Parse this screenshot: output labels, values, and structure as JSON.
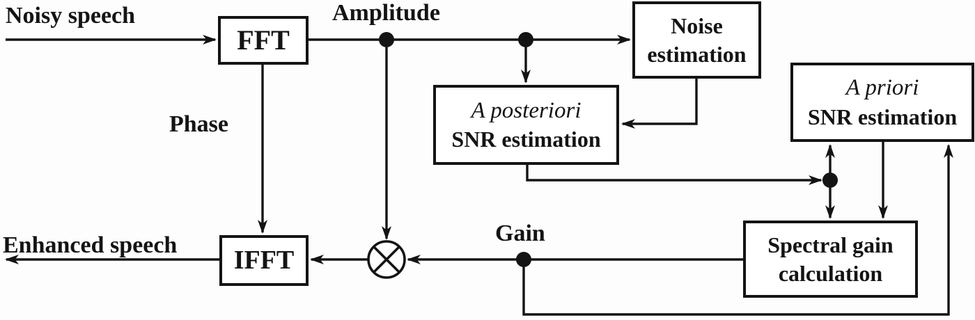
{
  "diagram": {
    "type": "block-diagram",
    "subject": "Spectral speech enhancement processing chain",
    "colors": {
      "ink": "#141414",
      "background": "#fdfdfd",
      "box_fill": "#ffffff"
    },
    "nodes": {
      "fft": {
        "label": "FFT"
      },
      "ifft": {
        "label": "IFFT"
      },
      "noise_estimation": {
        "line1": "Noise",
        "line2": "estimation"
      },
      "a_posteriori_snr": {
        "line1": "A posteriori",
        "line2": "SNR estimation"
      },
      "a_priori_snr": {
        "line1": "A priori",
        "line2": "SNR estimation"
      },
      "spectral_gain": {
        "line1": "Spectral gain",
        "line2": "calculation"
      }
    },
    "signals": {
      "input": "Noisy speech",
      "amplitude": "Amplitude",
      "phase": "Phase",
      "gain": "Gain",
      "output": "Enhanced speech"
    },
    "icons": {
      "multiplier": "multiply-circle-icon"
    },
    "connections": [
      {
        "from": "Noisy speech input",
        "to": "FFT",
        "arrow": true
      },
      {
        "from": "FFT",
        "to": "Noise estimation",
        "via_label": "Amplitude",
        "arrow": true
      },
      {
        "from": "Amplitude line tap",
        "to": "multiplier",
        "arrow": true
      },
      {
        "from": "Amplitude line tap",
        "to": "A posteriori SNR estimation",
        "arrow": true
      },
      {
        "from": "FFT",
        "to": "IFFT",
        "via_label": "Phase",
        "arrow": true
      },
      {
        "from": "Noise estimation",
        "to": "A posteriori SNR estimation",
        "arrow": true
      },
      {
        "from": "A posteriori SNR estimation",
        "to": "junction dot",
        "arrow": true
      },
      {
        "from": "junction dot",
        "to": "A priori SNR estimation",
        "arrow": true
      },
      {
        "from": "junction dot",
        "to": "Spectral gain calculation",
        "arrow": true
      },
      {
        "from": "A priori SNR estimation",
        "to": "Spectral gain calculation",
        "arrow": true
      },
      {
        "from": "Spectral gain calculation",
        "to": "multiplier",
        "via_label": "Gain",
        "arrow": true
      },
      {
        "from": "Gain line tap",
        "to": "A priori SNR estimation",
        "arrow": true
      },
      {
        "from": "multiplier",
        "to": "IFFT",
        "arrow": true
      },
      {
        "from": "IFFT",
        "to": "Enhanced speech output",
        "arrow": true
      }
    ]
  }
}
